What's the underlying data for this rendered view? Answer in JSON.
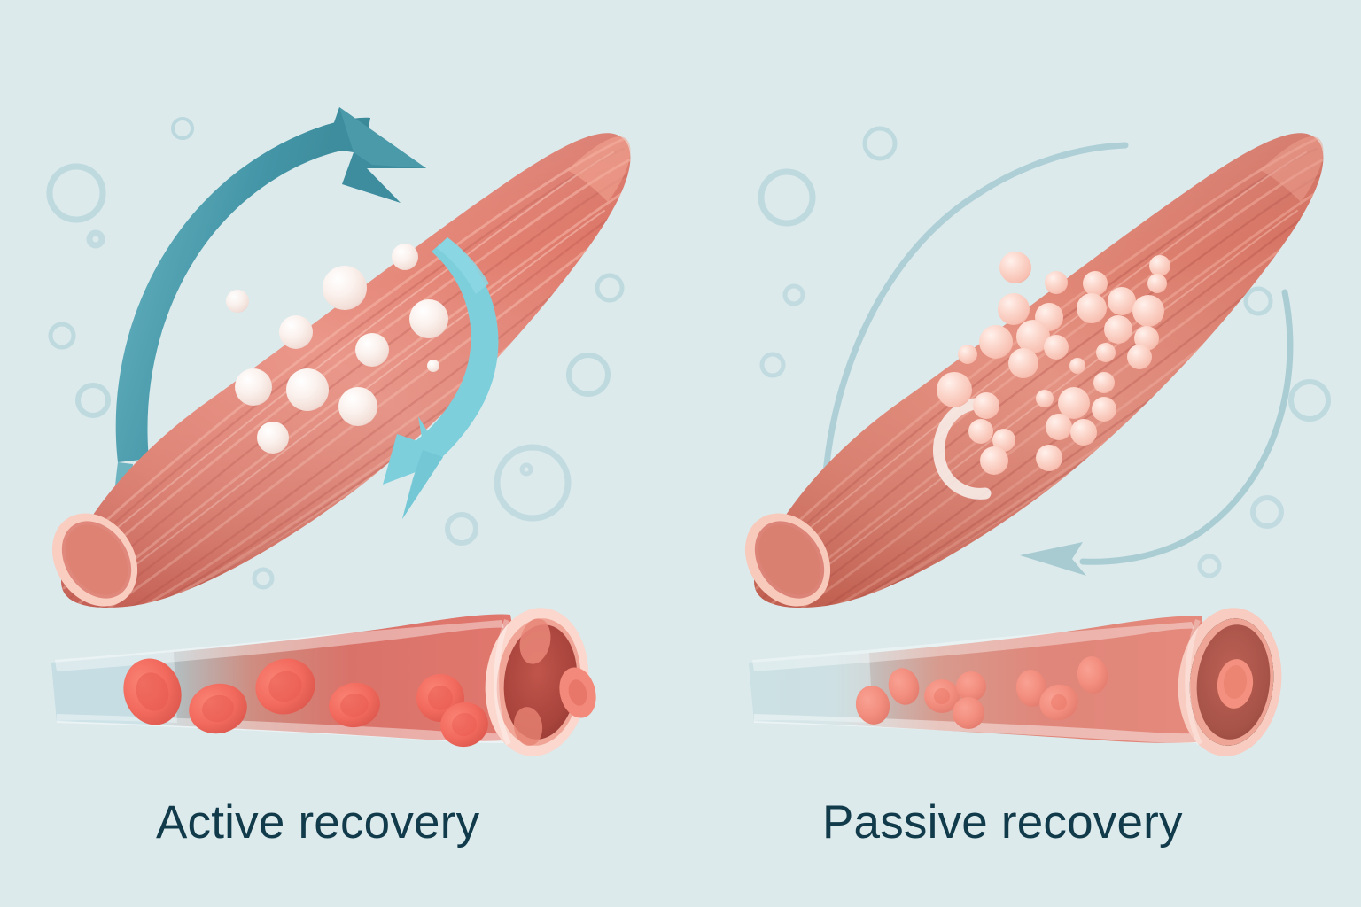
{
  "figure": {
    "title_visible": false,
    "background_color": "#dceaec",
    "panel_count": 2
  },
  "panels": [
    {
      "id": "active",
      "caption": "Active recovery",
      "caption_color": "#113a4a",
      "muscle": {
        "name": "skeletal-muscle-belly",
        "fill_color": "#e2776a",
        "highlight_color": "#f2a394",
        "tendon_rim_color": "#f7c7bb",
        "striations": 22,
        "orientation": "diagonal-lower-left-to-upper-right"
      },
      "arrows": [
        {
          "name": "outer-circulation-arrow",
          "color": "#3d8d9e",
          "style": "bold",
          "direction": "clockwise-to-upper-right",
          "has_arrowhead": true,
          "opacity": 1
        },
        {
          "name": "inner-circulation-arrow",
          "color": "#7ecfdc",
          "style": "bold",
          "direction": "clockwise-to-lower-left",
          "has_arrowhead": true,
          "opacity": 1
        }
      ],
      "metabolite_spheres": {
        "name": "lactate-spheres",
        "color": "#fbf2ef",
        "count": 12,
        "density": "sparse",
        "meaning": "low lactate - cleared by circulation"
      },
      "vessel": {
        "name": "blood-vessel",
        "wall_color": "#ef8d7f",
        "rim_color": "#fbd5cb",
        "lumen_color": "#b4483f",
        "inflow_tint": "#9ec9d2",
        "blood_cells": {
          "color": "#f0655a",
          "count": 9,
          "size": "large",
          "density": "high",
          "meaning": "strong blood flow"
        }
      },
      "bubbles": 7
    },
    {
      "id": "passive",
      "caption": "Passive recovery",
      "caption_color": "#113a4a",
      "muscle": {
        "name": "skeletal-muscle-belly",
        "fill_color": "#dd7466",
        "highlight_color": "#eda08f",
        "tendon_rim_color": "#f7c7bb",
        "striations": 22,
        "orientation": "diagonal-lower-left-to-upper-right"
      },
      "arrows": [
        {
          "name": "outer-circulation-arc",
          "color": "#9dc5cd",
          "style": "thin-faded",
          "direction": "clockwise-to-upper-right",
          "has_arrowhead": false,
          "opacity": 0.75
        },
        {
          "name": "lower-circulation-arrow",
          "color": "#9dc5cd",
          "style": "thin-faded",
          "direction": "counter-clockwise-to-left",
          "has_arrowhead": true,
          "opacity": 0.8
        }
      ],
      "metabolite_spheres": {
        "name": "lactate-spheres",
        "color": "#fbcfc4",
        "count": 34,
        "density": "clustered-dense",
        "meaning": "high lactate buildup - poor clearance"
      },
      "vessel": {
        "name": "blood-vessel",
        "wall_color": "#e88a7c",
        "rim_color": "#f6c8bd",
        "lumen_color": "#b0554c",
        "inflow_tint": "#a9cdd5",
        "blood_cells": {
          "color": "#f18a7c",
          "count": 9,
          "size": "small",
          "density": "low",
          "meaning": "sluggish blood flow"
        }
      },
      "bubbles": 9
    }
  ],
  "palette": {
    "background": "#dceaec",
    "teal_strong": "#3d8d9e",
    "teal_light": "#7ecfdc",
    "teal_faded": "#9dc5cd",
    "muscle_red": "#e2776a",
    "muscle_shadow": "#c25a50",
    "lactate_white": "#fbf2ef",
    "lactate_pink": "#fbcfc4",
    "rbc_red": "#f0655a",
    "caption_navy": "#113a4a"
  }
}
